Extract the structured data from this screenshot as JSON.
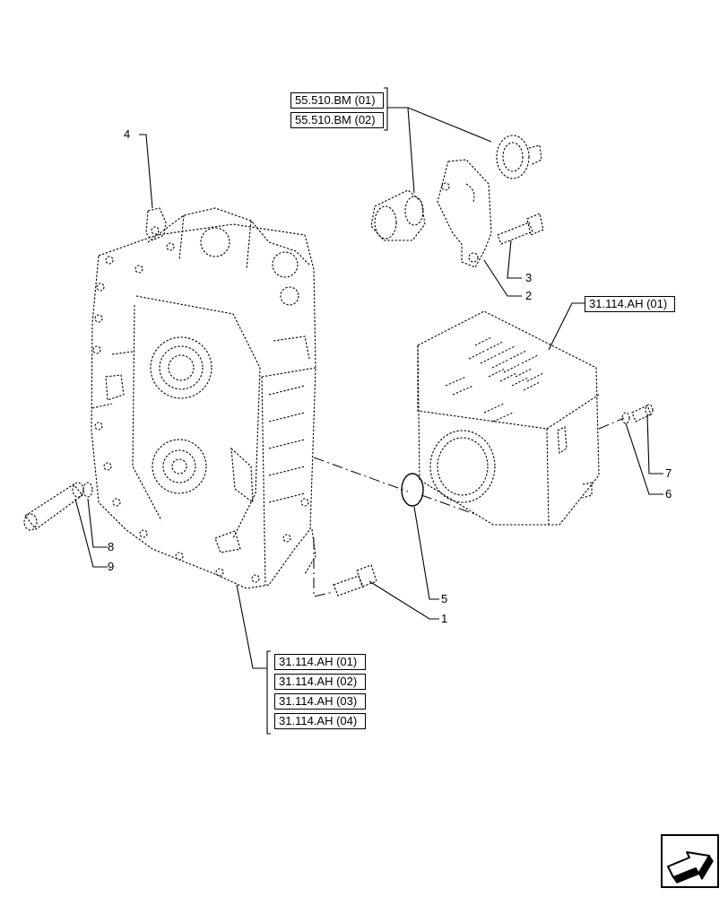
{
  "reference_groups": {
    "top": [
      "55.510.BM (01)",
      "55.510.BM (02)"
    ],
    "right": [
      "31.114.AH (01)"
    ],
    "bottom": [
      "31.114.AH (01)",
      "31.114.AH (02)",
      "31.114.AH (03)",
      "31.114.AH (04)"
    ]
  },
  "callouts": [
    "1",
    "2",
    "3",
    "4",
    "5",
    "6",
    "7",
    "8",
    "9"
  ],
  "nav": {
    "icon": "next-page-arrow-icon"
  }
}
